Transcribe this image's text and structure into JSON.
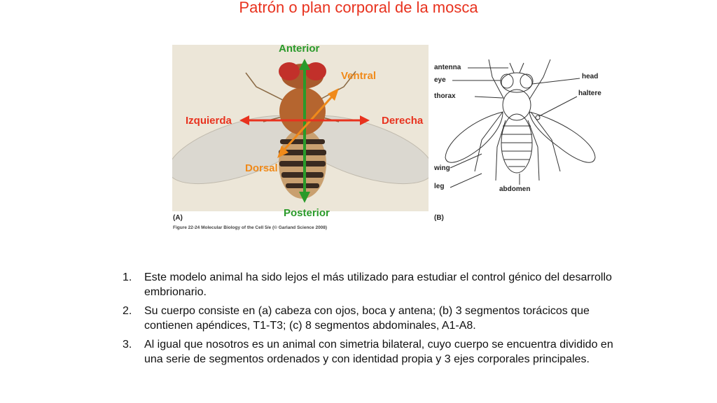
{
  "title": "Patrón o plan corporal de la mosca",
  "figure_a": {
    "panel_letter": "(A)",
    "axes": {
      "anterior": "Anterior",
      "posterior": "Posterior",
      "ventral": "Ventral",
      "dorsal": "Dorsal",
      "izquierda": "Izquierda",
      "derecha": "Derecha"
    },
    "caption": "Figure 22-24  Molecular Biology of the Cell 5/e (© Garland Science 2008)"
  },
  "figure_b": {
    "panel_letter": "(B)",
    "labels": {
      "antenna": "antenna",
      "eye": "eye",
      "thorax": "thorax",
      "head": "head",
      "haltere": "haltere",
      "wing": "wing",
      "leg": "leg",
      "abdomen": "abdomen"
    }
  },
  "list": [
    {
      "num": "1.",
      "text": "Este modelo animal ha sido lejos el más utilizado para estudiar el control génico del desarrollo embrionario."
    },
    {
      "num": "2.",
      "text": "Su cuerpo consiste en (a) cabeza con ojos, boca y antena; (b) 3 segmentos torácicos que contienen apéndices, T1-T3; (c) 8 segmentos abdominales, A1-A8."
    },
    {
      "num": "3.",
      "text": "Al igual que nosotros es un animal con simetria bilateral, cuyo cuerpo se encuentra dividido en una serie de segmentos ordenados y con identidad propia y 3 ejes corporales principales."
    }
  ],
  "colors": {
    "title": "#e8321e",
    "anterior_posterior": "#2a9a2a",
    "dorsal_ventral": "#f08a1a",
    "left_right": "#e8321e"
  }
}
